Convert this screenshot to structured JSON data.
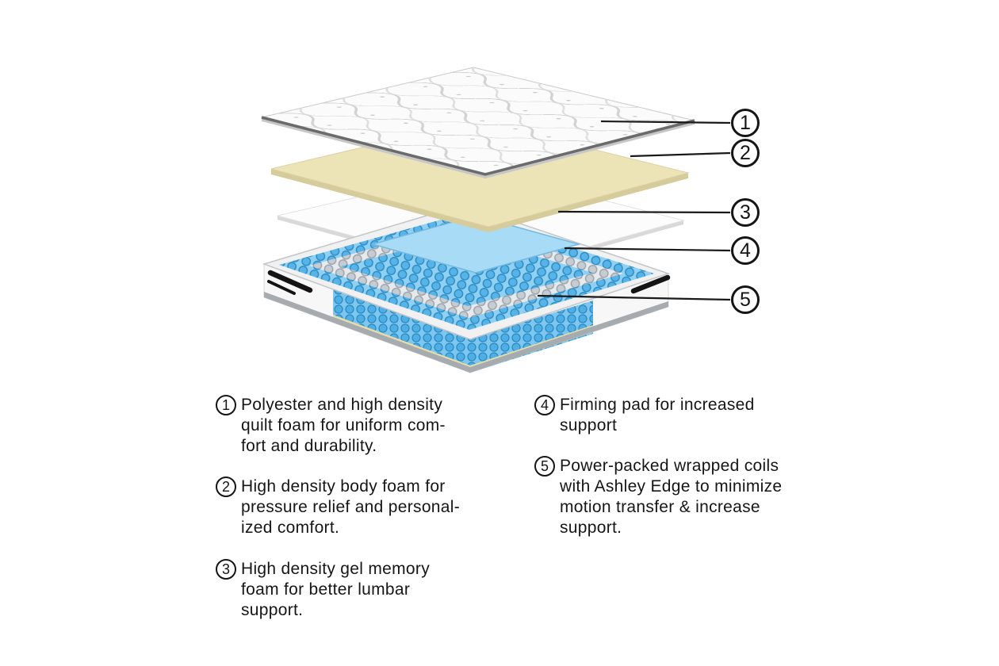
{
  "diagram": {
    "callouts": [
      {
        "num": "1"
      },
      {
        "num": "2"
      },
      {
        "num": "3"
      },
      {
        "num": "4"
      },
      {
        "num": "5"
      }
    ],
    "colors": {
      "coil_blue": "#58B4E8",
      "coil_gray": "#C7CCD2",
      "foam_cream": "#ECE3B7",
      "pad_blue": "#A8DBF5",
      "sheet_white": "#FCFCFC",
      "line_black": "#1A1A1A"
    }
  },
  "legend": {
    "items": [
      {
        "num": "1",
        "text": "Polyester and high density\nquilt foam for uniform com-\nfort and durability."
      },
      {
        "num": "2",
        "text": "High density body foam for\npressure relief and personal-\nized comfort."
      },
      {
        "num": "3",
        "text": "High density gel memory\nfoam for better lumbar\nsupport."
      },
      {
        "num": "4",
        "text": "Firming pad for increased\nsupport"
      },
      {
        "num": "5",
        "text": "Power-packed wrapped coils\nwith Ashley Edge to minimize\nmotion transfer & increase\nsupport."
      }
    ]
  }
}
